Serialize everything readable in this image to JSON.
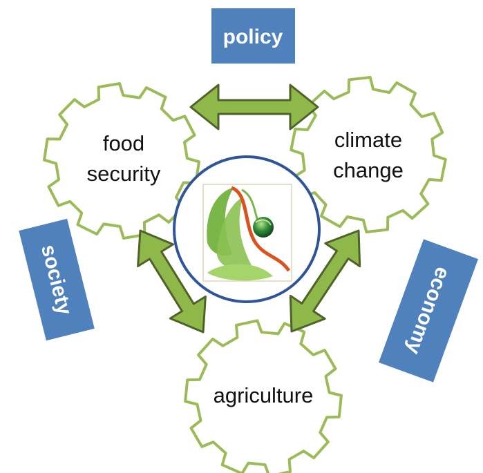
{
  "labels": {
    "policy": "policy",
    "society": "society",
    "economy": "economy"
  },
  "gears": {
    "food_security": [
      "food",
      "security"
    ],
    "climate_change": [
      "climate",
      "change"
    ],
    "agriculture": [
      "agriculture"
    ]
  },
  "colors": {
    "box_blue": "#4f81bd",
    "gear_outline": "#9bbb59",
    "arrow_fill": "#8fb84a",
    "arrow_outline": "#4f6228",
    "ring": "#2f5597",
    "leaf_green": "#7ab648",
    "leaf_orange": "#d9531e"
  },
  "icons": {
    "center_logo": "leaf-logo-icon"
  }
}
